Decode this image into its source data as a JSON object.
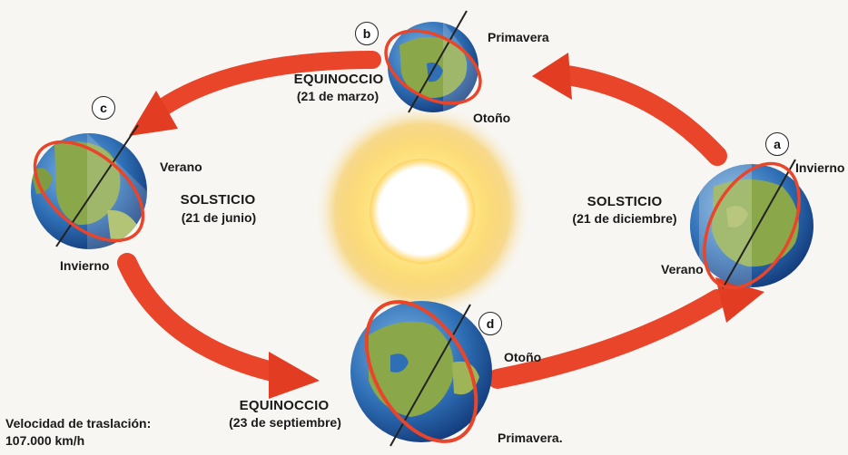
{
  "positions": {
    "a": {
      "letter": "a",
      "event": "SOLSTICIO",
      "date": "(21 de diciembre)",
      "upper_season": "Invierno",
      "lower_season": "Verano"
    },
    "b": {
      "letter": "b",
      "event": "EQUINOCCIO",
      "date": "(21 de marzo)",
      "upper_season": "Primavera",
      "lower_season": "Otoño"
    },
    "c": {
      "letter": "c",
      "event": "SOLSTICIO",
      "date": "(21 de junio)",
      "upper_season": "Verano",
      "lower_season": "Invierno"
    },
    "d": {
      "letter": "d",
      "event": "EQUINOCCIO",
      "date": "(23 de septiembre)",
      "upper_season": "Otoño",
      "lower_season": "Primavera."
    }
  },
  "speed": {
    "label": "Velocidad de traslación:",
    "value": "107.000 km/h"
  },
  "colors": {
    "arrow": "#e8452b",
    "ocean": "#2f6fb5",
    "land": "#8aa84a",
    "sun_core": "#ffffff",
    "sun_glow": "#f5b82e"
  }
}
